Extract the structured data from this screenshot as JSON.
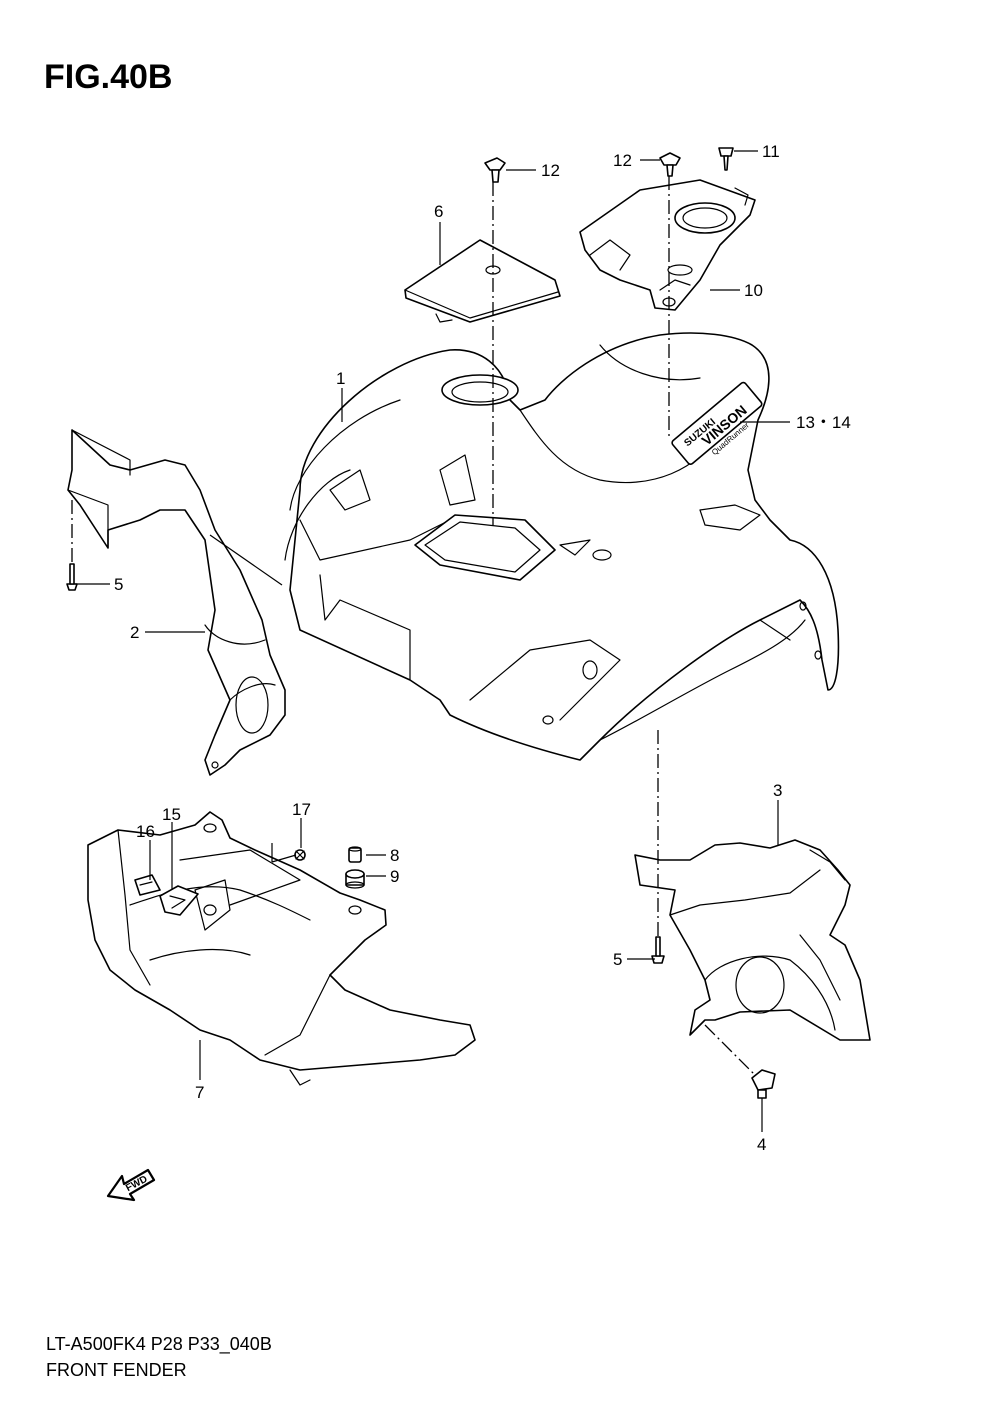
{
  "figure": {
    "title": "FIG.40B",
    "model_code": "LT-A500FK4 P28 P33_040B",
    "part_name": "FRONT FENDER"
  },
  "callouts": [
    {
      "id": "c1",
      "label": "1"
    },
    {
      "id": "c2",
      "label": "2"
    },
    {
      "id": "c3",
      "label": "3"
    },
    {
      "id": "c4",
      "label": "4"
    },
    {
      "id": "c5a",
      "label": "5"
    },
    {
      "id": "c5b",
      "label": "5"
    },
    {
      "id": "c6",
      "label": "6"
    },
    {
      "id": "c7",
      "label": "7"
    },
    {
      "id": "c8",
      "label": "8"
    },
    {
      "id": "c9",
      "label": "9"
    },
    {
      "id": "c10",
      "label": "10"
    },
    {
      "id": "c11",
      "label": "11"
    },
    {
      "id": "c12a",
      "label": "12"
    },
    {
      "id": "c12b",
      "label": "12"
    },
    {
      "id": "c13",
      "label": "13・14"
    },
    {
      "id": "c15",
      "label": "15"
    },
    {
      "id": "c16",
      "label": "16"
    },
    {
      "id": "c17",
      "label": "17"
    }
  ],
  "decal": {
    "brand": "SUZUKI",
    "model": "VINSON",
    "sub": "QuadRunner"
  },
  "fwd_arrow": {
    "label": "FWD"
  }
}
